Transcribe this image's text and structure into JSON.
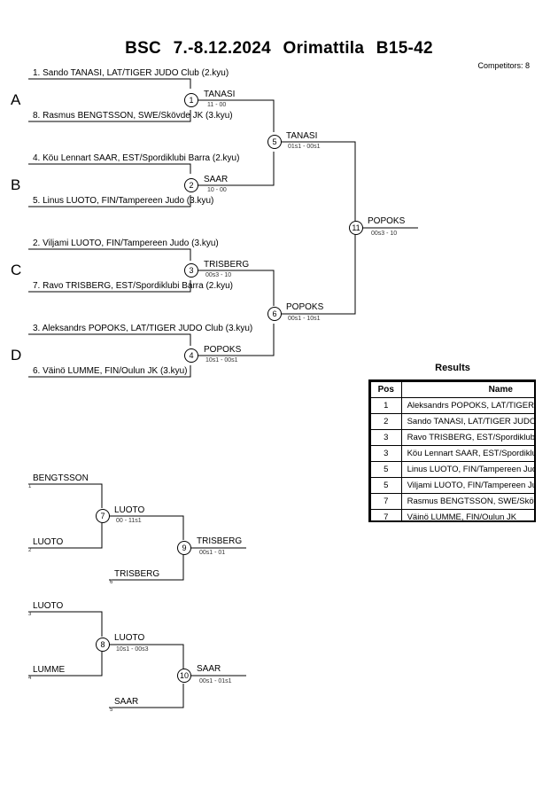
{
  "title": "BSC  7.-8.12.2024  Orimattila   B15-42",
  "competitors_label": "Competitors: 8",
  "pools": [
    "A",
    "B",
    "C",
    "D"
  ],
  "entrants": [
    "1. Sando TANASI, LAT/TIGER JUDO Club (2.kyu)",
    "8. Rasmus BENGTSSON, SWE/Skövde JK (3.kyu)",
    "4. Köu Lennart SAAR, EST/Spordiklubi Barra (2.kyu)",
    "5. Linus LUOTO, FIN/Tampereen Judo (3.kyu)",
    "2. Viljami LUOTO, FIN/Tampereen Judo (3.kyu)",
    "7. Ravo TRISBERG, EST/Spordiklubi Barra (2.kyu)",
    "3. Aleksandrs POPOKS, LAT/TIGER JUDO Club (3.kyu)",
    "6. Väinö LUMME, FIN/Oulun JK (3.kyu)"
  ],
  "matches": [
    {
      "no": "1",
      "winner": "TANASI",
      "score": "11 - 00"
    },
    {
      "no": "2",
      "winner": "SAAR",
      "score": "10 - 00"
    },
    {
      "no": "3",
      "winner": "TRISBERG",
      "score": "00s3 - 10"
    },
    {
      "no": "4",
      "winner": "POPOKS",
      "score": "10s1 - 00s1"
    },
    {
      "no": "5",
      "winner": "TANASI",
      "score": "01s1 - 00s1"
    },
    {
      "no": "6",
      "winner": "POPOKS",
      "score": "00s1 - 10s1"
    },
    {
      "no": "11",
      "winner": "POPOKS",
      "score": "00s3 - 10"
    }
  ],
  "repechage": {
    "entrants": [
      {
        "name": "BENGTSSON",
        "num": "1"
      },
      {
        "name": "LUOTO",
        "num": "2"
      },
      {
        "name": "TRISBERG",
        "num": "6"
      },
      {
        "name": "LUOTO",
        "num": "3"
      },
      {
        "name": "LUMME",
        "num": "4"
      },
      {
        "name": "SAAR",
        "num": "5"
      }
    ],
    "matches": [
      {
        "no": "7",
        "winner": "LUOTO",
        "score": "00 - 11s1"
      },
      {
        "no": "9",
        "winner": "TRISBERG",
        "score": "00s1 - 01"
      },
      {
        "no": "8",
        "winner": "LUOTO",
        "score": "10s1 - 00s3"
      },
      {
        "no": "10",
        "winner": "SAAR",
        "score": "00s1 - 01s1"
      }
    ]
  },
  "results": {
    "title": "Results",
    "headers": [
      "Pos",
      "Name"
    ],
    "rows": [
      {
        "pos": "1",
        "name": "Aleksandrs POPOKS, LAT/TIGER JUDO Club"
      },
      {
        "pos": "2",
        "name": "Sando TANASI, LAT/TIGER JUDO Club"
      },
      {
        "pos": "3",
        "name": "Ravo TRISBERG, EST/Spordiklubi Barra"
      },
      {
        "pos": "3",
        "name": "Köu Lennart SAAR, EST/Spordiklubi Barra"
      },
      {
        "pos": "5",
        "name": "Linus LUOTO, FIN/Tampereen Judo"
      },
      {
        "pos": "5",
        "name": "Viljami LUOTO, FIN/Tampereen Judo"
      },
      {
        "pos": "7",
        "name": "Rasmus BENGTSSON, SWE/Skövde JK"
      },
      {
        "pos": "7",
        "name": "Väinö LUMME, FIN/Oulun JK"
      }
    ]
  }
}
